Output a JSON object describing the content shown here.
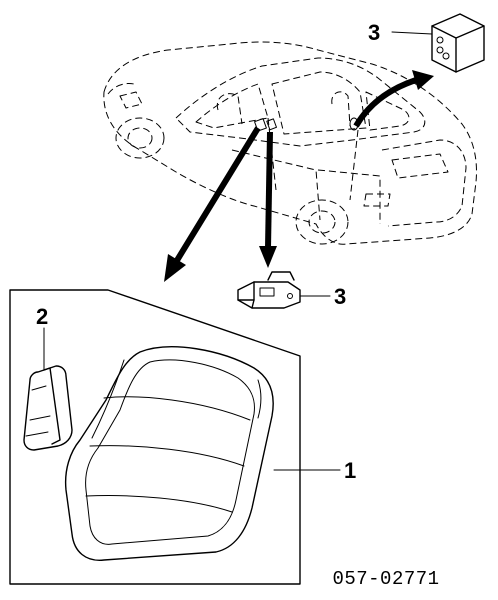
{
  "callouts": {
    "seat_back": "1",
    "side_airbag_module": "2",
    "sensor_top": "3",
    "sensor_bottom": "3"
  },
  "diagram_code": "057-02771"
}
